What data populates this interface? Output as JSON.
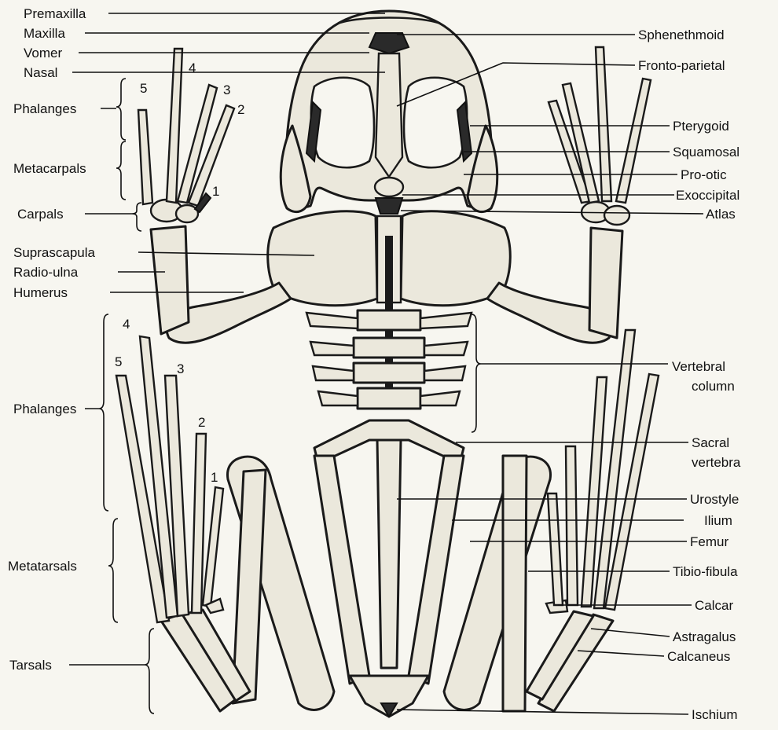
{
  "labels": {
    "premaxilla": "Premaxilla",
    "maxilla": "Maxilla",
    "vomer": "Vomer",
    "nasal": "Nasal",
    "phalanges_fore": "Phalanges",
    "metacarpals": "Metacarpals",
    "carpals": "Carpals",
    "suprascapula": "Suprascapula",
    "radio_ulna": "Radio-ulna",
    "humerus": "Humerus",
    "phalanges_hind": "Phalanges",
    "metatarsals": "Metatarsals",
    "tarsals": "Tarsals",
    "sphenethmoid": "Sphenethmoid",
    "fronto_parietal": "Fronto-parietal",
    "pterygoid": "Pterygoid",
    "squamosal": "Squamosal",
    "pro_otic": "Pro-otic",
    "exoccipital": "Exoccipital",
    "atlas": "Atlas",
    "vertebral_column_1": "Vertebral",
    "vertebral_column_2": "column",
    "sacral_vertebra_1": "Sacral",
    "sacral_vertebra_2": "vertebra",
    "urostyle": "Urostyle",
    "ilium": "Ilium",
    "femur": "Femur",
    "tibio_fibula": "Tibio-fibula",
    "calcar": "Calcar",
    "astragalus": "Astragalus",
    "calcaneus": "Calcaneus",
    "ischium": "Ischium"
  },
  "digit_numbers": {
    "fore": [
      "1",
      "2",
      "3",
      "4",
      "5"
    ],
    "hind": [
      "1",
      "2",
      "3",
      "4",
      "5"
    ]
  },
  "colors": {
    "bone_fill": "#ebe8dc",
    "outline": "#1a1a1a",
    "paper": "#f7f6f0"
  }
}
